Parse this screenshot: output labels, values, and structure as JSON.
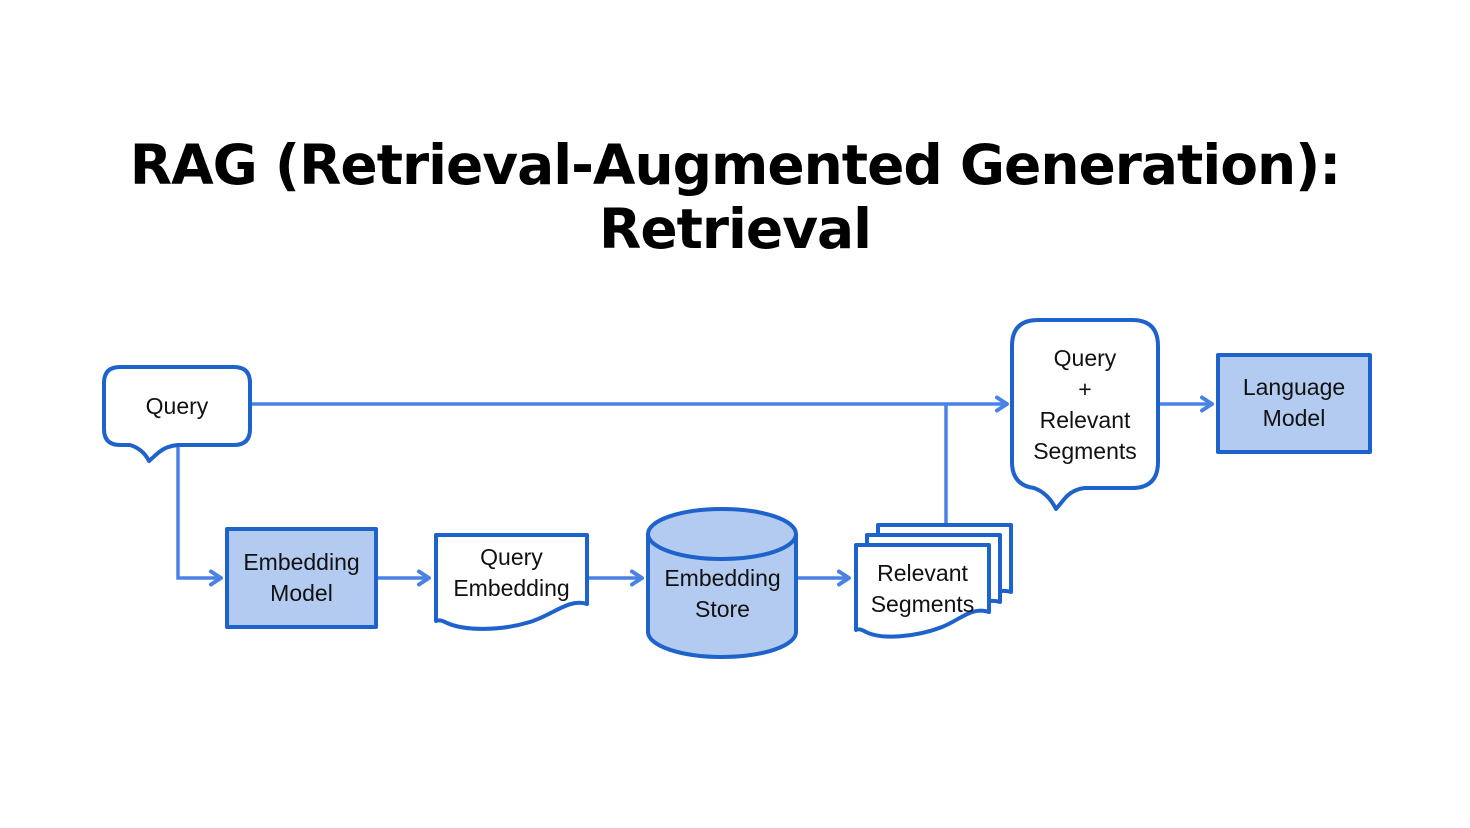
{
  "title": "RAG (Retrieval-Augmented Generation):\nRetrieval",
  "colors": {
    "background": "#ffffff",
    "border_blue": "#1e62cc",
    "connector_blue": "#4a82e4",
    "shape_fill_blue": "#b4cbf1",
    "shape_fill_white": "#ffffff",
    "text_color": "#111111"
  },
  "nodes": {
    "query": {
      "label": "Query",
      "shape": "speech-bubble",
      "fill": "white"
    },
    "embedding_model": {
      "label": "Embedding\nModel",
      "shape": "rectangle",
      "fill": "blue"
    },
    "query_embedding": {
      "label": "Query\nEmbedding",
      "shape": "document",
      "fill": "white"
    },
    "embedding_store": {
      "label": "Embedding\nStore",
      "shape": "cylinder",
      "fill": "blue"
    },
    "relevant_segments": {
      "label": "Relevant\nSegments",
      "shape": "document-stack",
      "fill": "white"
    },
    "query_plus_segments": {
      "label": "Query\n+\nRelevant\nSegments",
      "shape": "speech-bubble",
      "fill": "white"
    },
    "language_model": {
      "label": "Language\nModel",
      "shape": "rectangle",
      "fill": "blue"
    }
  },
  "edges": [
    {
      "from": "query",
      "to": "query_plus_segments"
    },
    {
      "from": "query",
      "to": "embedding_model"
    },
    {
      "from": "embedding_model",
      "to": "query_embedding"
    },
    {
      "from": "query_embedding",
      "to": "embedding_store"
    },
    {
      "from": "embedding_store",
      "to": "relevant_segments"
    },
    {
      "from": "relevant_segments",
      "to": "query_plus_segments"
    },
    {
      "from": "query_plus_segments",
      "to": "language_model"
    }
  ]
}
